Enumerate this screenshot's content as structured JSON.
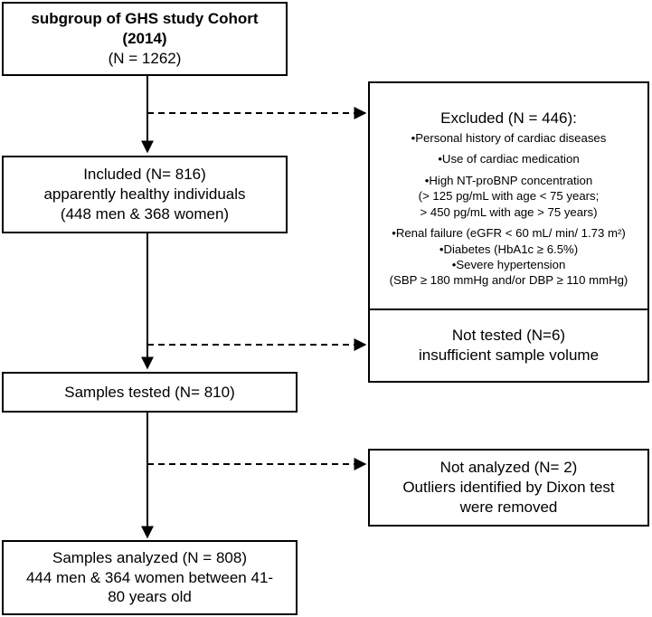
{
  "cohort": {
    "title_line1": "subgroup of GHS study Cohort",
    "title_line2": "(2014)",
    "count": "(N = 1262)"
  },
  "excluded": {
    "header": "Excluded (N = 446):",
    "criteria": [
      "•Personal history of cardiac diseases",
      "•Use of cardiac medication",
      "•High NT-proBNP concentration",
      "(> 125 pg/mL with age  < 75 years;",
      "> 450 pg/mL with age > 75 years)",
      "•Renal failure (eGFR < 60 mL/ min/ 1.73 m²)",
      "•Diabetes (HbA1c ≥ 6.5%)",
      "•Severe hypertension",
      "(SBP ≥ 180 mmHg and/or DBP ≥ 110 mmHg)"
    ]
  },
  "included": {
    "line1": "Included (N= 816)",
    "line2": "apparently healthy individuals",
    "line3": "(448 men & 368 women)"
  },
  "not_tested": {
    "line1": "Not tested (N=6)",
    "line2": "insufficient sample volume"
  },
  "tested": {
    "line1": "Samples tested (N= 810)"
  },
  "not_analyzed": {
    "line1": "Not analyzed (N= 2)",
    "line2": "Outliers identified by  Dixon test",
    "line3": "were removed"
  },
  "analyzed": {
    "line1": "Samples analyzed (N = 808)",
    "line2": "444 men & 364 women between 41-",
    "line3": "80 years old"
  }
}
